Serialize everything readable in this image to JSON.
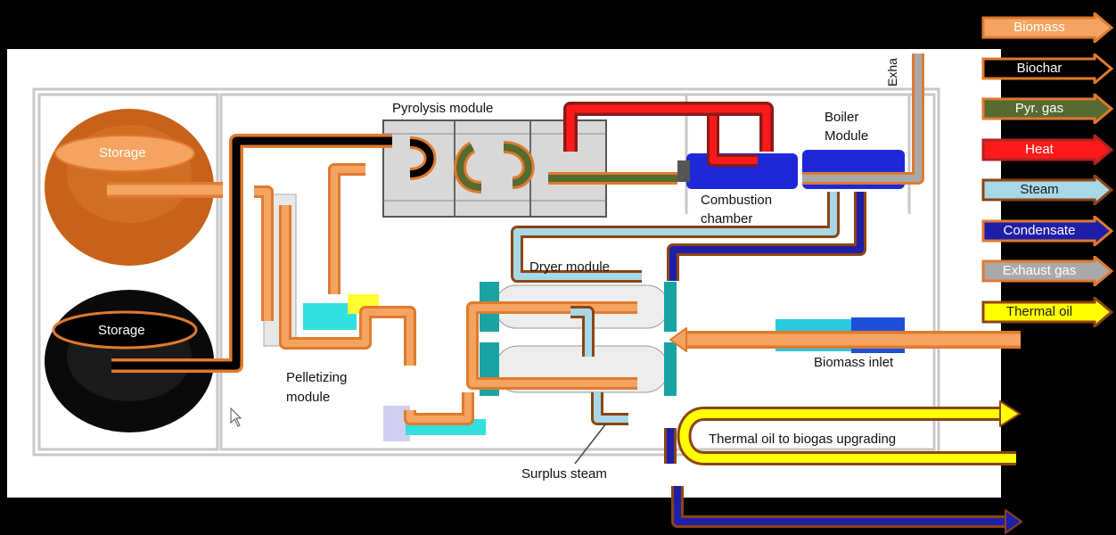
{
  "labels": {
    "pyrolysis_module": "Pyrolysis module",
    "boiler_module_line1": "Boiler",
    "boiler_module_line2": "Module",
    "combustion_line1": "Combustion",
    "combustion_line2": "chamber",
    "dryer_module": "Dryer module",
    "pelletizing_line1": "Pelletizing",
    "pelletizing_line2": "module",
    "biomass_inlet": "Biomass inlet",
    "surplus_steam": "Surplus steam",
    "thermal_oil_biogas": "Thermal oil to biogas upgrading",
    "storage_top": "Storage",
    "storage_bottom": "Storage",
    "exhaust_vertical": "Exha"
  },
  "legend": [
    {
      "label": "Biomass",
      "fill": "#F4A460",
      "stroke": "#E07A2E",
      "text_color": "#FFFFFF"
    },
    {
      "label": "Biochar",
      "fill": "#000000",
      "stroke": "#E07A2E",
      "text_color": "#FFFFFF"
    },
    {
      "label": "Pyr. gas",
      "fill": "#556B2F",
      "stroke": "#E07A2E",
      "text_color": "#FFFFFF"
    },
    {
      "label": "Heat",
      "fill": "#FF1A1A",
      "stroke": "#B22222",
      "text_color": "#FFFFFF"
    },
    {
      "label": "Steam",
      "fill": "#A8D8E8",
      "stroke": "#8B4513",
      "text_color": "#1A1A1A"
    },
    {
      "label": "Condensate",
      "fill": "#1E1EA8",
      "stroke": "#E07A2E",
      "text_color": "#FFFFFF"
    },
    {
      "label": "Exhaust gas",
      "fill": "#A9A9A9",
      "stroke": "#E07A2E",
      "text_color": "#FFFFFF"
    },
    {
      "label": "Thermal oil",
      "fill": "#FFFF00",
      "stroke": "#8B4513",
      "text_color": "#1A1A1A"
    }
  ],
  "colors": {
    "biomass": "#F4A460",
    "biomass_edge": "#E07A2E",
    "biochar": "#000000",
    "pyr_gas": "#556B2F",
    "heat": "#FF1A1A",
    "steam": "#A8D8E8",
    "condensate": "#1E1EA8",
    "exhaust": "#A9A9A9",
    "thermal_oil": "#FFFF00"
  }
}
